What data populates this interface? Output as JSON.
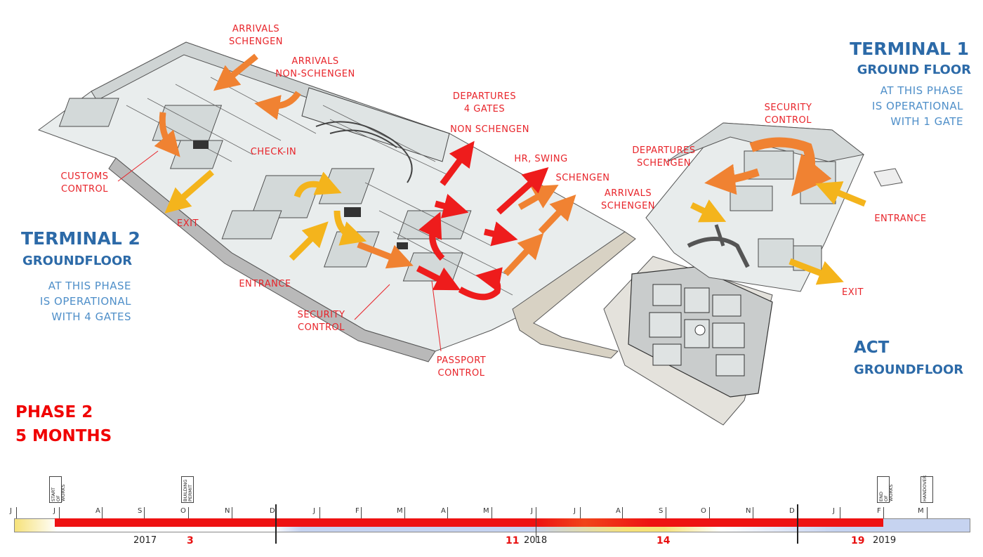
{
  "terminal1": {
    "title": "TERMINAL 1",
    "subtitle": "GROUND FLOOR",
    "description": "AT THIS PHASE\nIS OPERATIONAL\nWITH 1 GATE"
  },
  "terminal2": {
    "title": "TERMINAL 2",
    "subtitle": "GROUNDFLOOR",
    "description": "AT THIS PHASE\nIS OPERATIONAL\nWITH 4 GATES"
  },
  "act": {
    "title": "ACT",
    "subtitle": "GROUNDFLOOR"
  },
  "phase": {
    "line1": "PHASE 2",
    "line2": "5 MONTHS"
  },
  "labels": {
    "arrivals_schengen_t2": "ARRIVALS\nSCHENGEN",
    "arrivals_non_schengen": "ARRIVALS\nNON-SCHENGEN",
    "departures_4_gates": "DEPARTURES\n4 GATES",
    "non_schengen": "NON SCHENGEN",
    "hr_swing": "HR, SWING",
    "schengen": "SCHENGEN",
    "check_in": "CHECK-IN",
    "customs_control": "CUSTOMS\nCONTROL",
    "exit_t2": "EXIT",
    "entrance_t2": "ENTRANCE",
    "security_control_t2": "SECURITY\nCONTROL",
    "passport_control": "PASSPORT\nCONTROL",
    "security_control_t1": "SECURITY\nCONTROL",
    "departures_schengen": "DEPARTURES\nSCHENGEN",
    "arrivals_schengen_t1": "ARRIVALS\nSCHENGEN",
    "entrance_t1": "ENTRANCE",
    "exit_t1": "EXIT"
  },
  "timeline": {
    "months": [
      "J",
      "J",
      "A",
      "S",
      "O",
      "N",
      "D",
      "J",
      "F",
      "M",
      "A",
      "M",
      "J",
      "J",
      "A",
      "S",
      "O",
      "N",
      "D",
      "J",
      "F",
      "M"
    ],
    "milestones": [
      "START\nOF WORKS",
      "BUILDING\nPERMIT",
      "END\nOF WORKS",
      "HANDOVER"
    ],
    "years": [
      "2017",
      "2018",
      "2019"
    ],
    "week_numbers": [
      "3",
      "11",
      "14",
      "19"
    ]
  },
  "colors": {
    "red_label": "#e8242a",
    "blue_title": "#2c6aa8",
    "blue_text": "#4f8fc9",
    "phase_red": "#f00000",
    "arrow_orange": "#f08232",
    "arrow_yellow": "#f4b41c",
    "arrow_red": "#ee1c1c"
  }
}
